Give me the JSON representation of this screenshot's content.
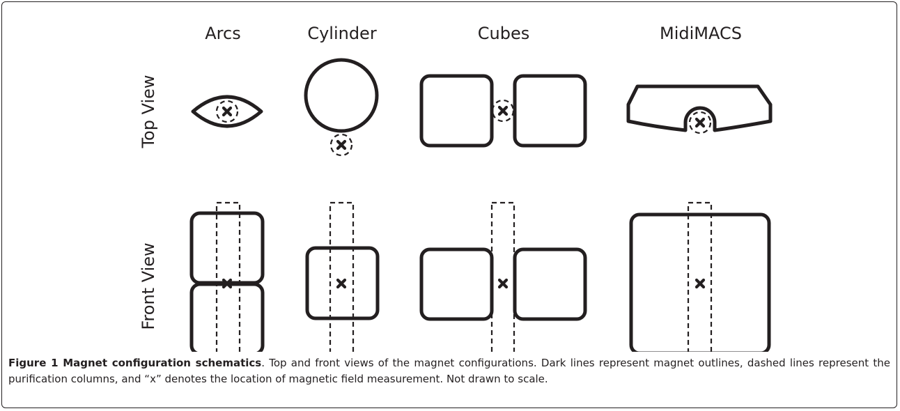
{
  "columns": {
    "arcs": "Arcs",
    "cylinder": "Cylinder",
    "cubes": "Cubes",
    "midimacs": "MidiMACS"
  },
  "rows": {
    "top": "Top View",
    "front": "Front View"
  },
  "caption": {
    "label": "Figure 1 Magnet configuration schematics",
    "text": ". Top and front views of the magnet configurations. Dark lines represent magnet outlines, dashed lines represent the purification columns, and “x” denotes the location of magnetic field measurement. Not drawn to scale."
  },
  "colors": {
    "ink": "#231f20",
    "background": "#ffffff"
  }
}
